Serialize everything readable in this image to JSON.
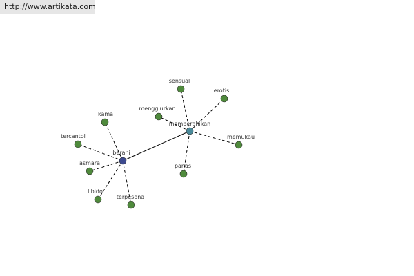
{
  "url_text": "http://www.artikata.com",
  "colors": {
    "leaf_node": "#4f8a3c",
    "hub_berahi": "#3d4a8f",
    "hub_memberahikan": "#4a8a9a",
    "edge": "#000000",
    "url_bar_bg": "#e6e6e6"
  },
  "graph": {
    "hubs": [
      {
        "id": "berahi",
        "label": "berahi"
      },
      {
        "id": "memberahikan",
        "label": "memberahikan"
      }
    ],
    "leaves": [
      {
        "id": "kama",
        "label": "kama",
        "hub": "berahi"
      },
      {
        "id": "tercantol",
        "label": "tercantol",
        "hub": "berahi"
      },
      {
        "id": "asmara",
        "label": "asmara",
        "hub": "berahi"
      },
      {
        "id": "libido",
        "label": "libido",
        "hub": "berahi"
      },
      {
        "id": "terpesona",
        "label": "terpesona",
        "hub": "berahi"
      },
      {
        "id": "sensual",
        "label": "sensual",
        "hub": "memberahikan"
      },
      {
        "id": "erotis",
        "label": "erotis",
        "hub": "memberahikan"
      },
      {
        "id": "menggiurkan",
        "label": "menggiurkan",
        "hub": "memberahikan"
      },
      {
        "id": "memukau",
        "label": "memukau",
        "hub": "memberahikan"
      },
      {
        "id": "panas",
        "label": "panas",
        "hub": "memberahikan"
      }
    ],
    "hub_link": [
      "berahi",
      "memberahikan"
    ]
  }
}
